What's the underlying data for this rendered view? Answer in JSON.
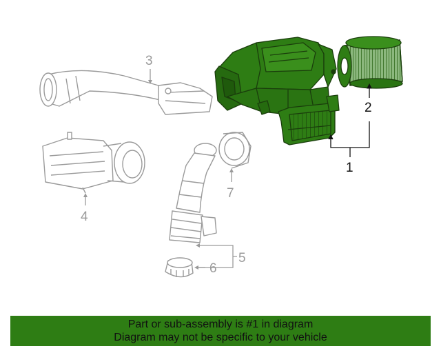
{
  "diagram": {
    "callouts": [
      "1",
      "2",
      "3",
      "4",
      "5",
      "6",
      "7"
    ],
    "highlight_color": "#2e7d14",
    "outline_color": "#9a9a9a"
  },
  "footer": {
    "line1": "Part or sub-assembly is #1 in diagram",
    "line2": "Diagram may not be specific to your vehicle",
    "background": "#2e7d14"
  }
}
